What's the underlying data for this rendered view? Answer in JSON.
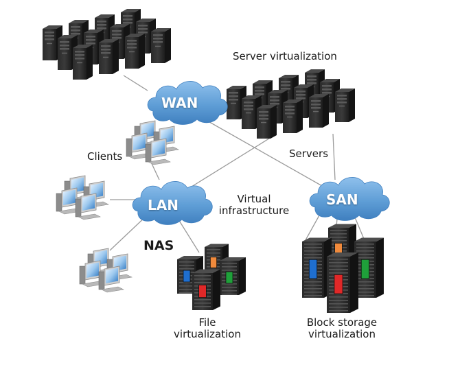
{
  "labels": {
    "server_virtualization": "Server virtualization",
    "servers": "Servers",
    "clients": "Clients",
    "virtual_infrastructure": [
      "Virtual",
      "infrastructure"
    ],
    "nas": "NAS",
    "file_virtualization": [
      "File",
      "virtualization"
    ],
    "block_storage_virtualization": [
      "Block storage",
      "virtualization"
    ]
  },
  "clouds": {
    "wan": "WAN",
    "lan": "LAN",
    "san": "SAN"
  },
  "colors": {
    "cloud_fill": "#5f9ed6",
    "cloud_shade": "#3f7fbf",
    "server_dark": "#1f1f1f",
    "link_line": "#9a9a9a",
    "drive_blue": "#1f6fd0",
    "drive_red": "#e02828",
    "drive_green": "#1fa03a",
    "drive_orange": "#f08a3c"
  },
  "icons": {
    "wan_servers": "server-rack-icon",
    "virtual_servers": "server-rack-icon",
    "clients": "desktop-computer-icon",
    "storage": "storage-array-icon",
    "network": "cloud-icon"
  }
}
